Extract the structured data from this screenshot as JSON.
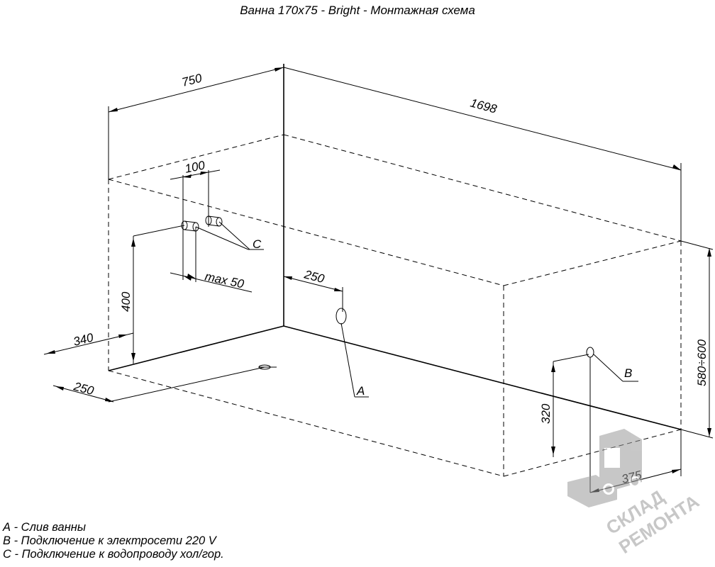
{
  "title": "Ванна 170х75 - Bright - Монтажная схема",
  "dimensions": {
    "width": "750",
    "length": "1698",
    "spacing": "100",
    "max_offset": "max 50",
    "height_water": "400",
    "drain_offset": "250",
    "side_offset": "340",
    "bottom_offset": "250",
    "height_electric": "320",
    "electric_offset": "375",
    "height_total": "580÷600"
  },
  "markers": {
    "a": "A",
    "b": "B",
    "c": "C"
  },
  "legend": [
    "А - Слив ванны",
    "В - Подключение к электросети 220 V",
    "С - Подключение к водопроводу хол/гор."
  ],
  "watermark": {
    "line1": "СКЛАД",
    "line2": "РЕМОНТА",
    "color": "#9a9a9a"
  }
}
